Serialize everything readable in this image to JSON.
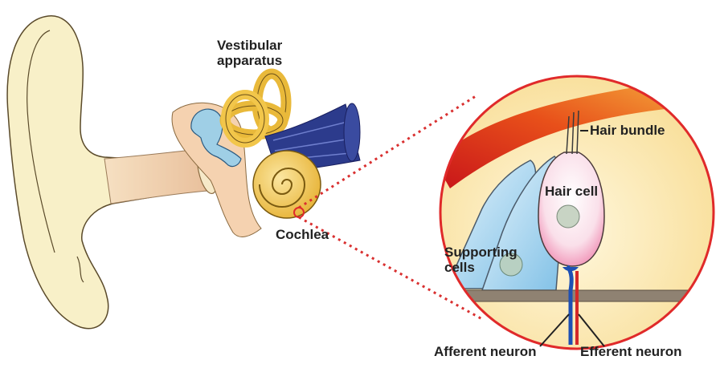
{
  "labels": {
    "vestibular_line1": "Vestibular",
    "vestibular_line2": "apparatus",
    "cochlea": "Cochlea",
    "hair_bundle": "Hair bundle",
    "hair_cell": "Hair cell",
    "supporting_line1": "Supporting",
    "supporting_line2": "cells",
    "afferent": "Afferent neuron",
    "efferent": "Efferent neuron"
  },
  "colors": {
    "skin": "#f8f0c8",
    "canal": "#f0d6b4",
    "vestibular_gold": "#f2c64a",
    "nerve_blue": "#2c3b8c",
    "circle_border": "#e02a2a",
    "dotted_line": "#d93030",
    "supporting_blue": "#a9d6ef",
    "hair_cell_pink": "#f6c4d6",
    "membrane_gray": "#8f8272",
    "afferent_blue": "#1e50b4",
    "efferent_red": "#d42828"
  }
}
